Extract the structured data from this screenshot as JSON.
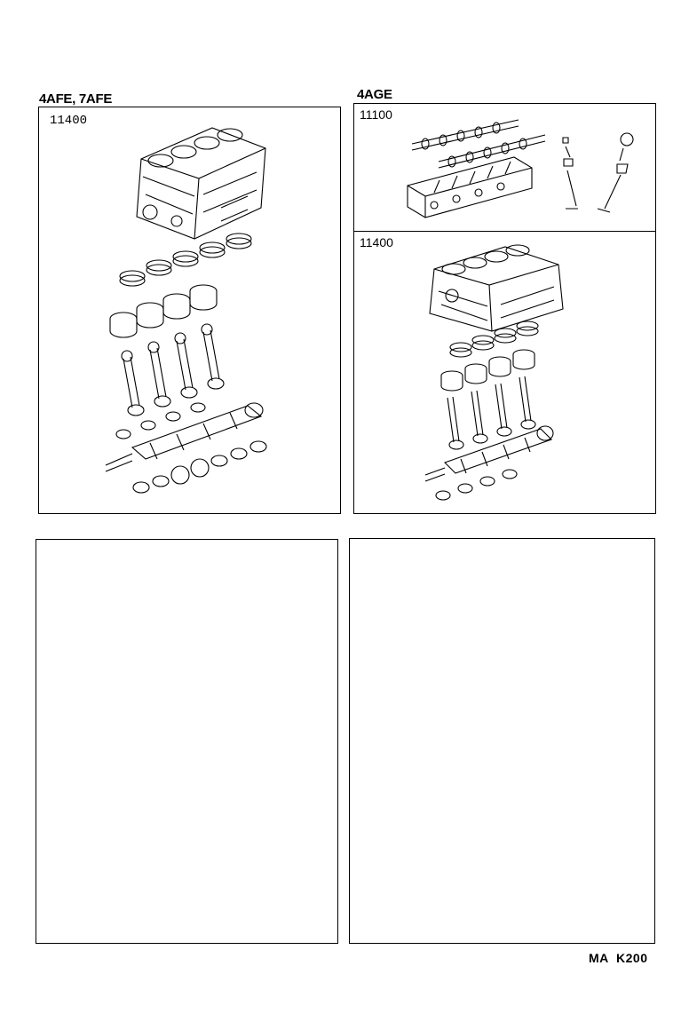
{
  "sections": {
    "top_left": {
      "engine_label": "4AFE, 7AFE",
      "part_number": "11400",
      "icon": "engine-block-kit-icon"
    },
    "top_right": {
      "engine_label": "4AGE",
      "upper": {
        "part_number": "11100",
        "icon": "cylinder-head-kit-icon"
      },
      "lower": {
        "part_number": "11400",
        "icon": "engine-block-kit-icon"
      }
    },
    "bottom_left": {},
    "bottom_right": {}
  },
  "page_code": "MA  K200"
}
